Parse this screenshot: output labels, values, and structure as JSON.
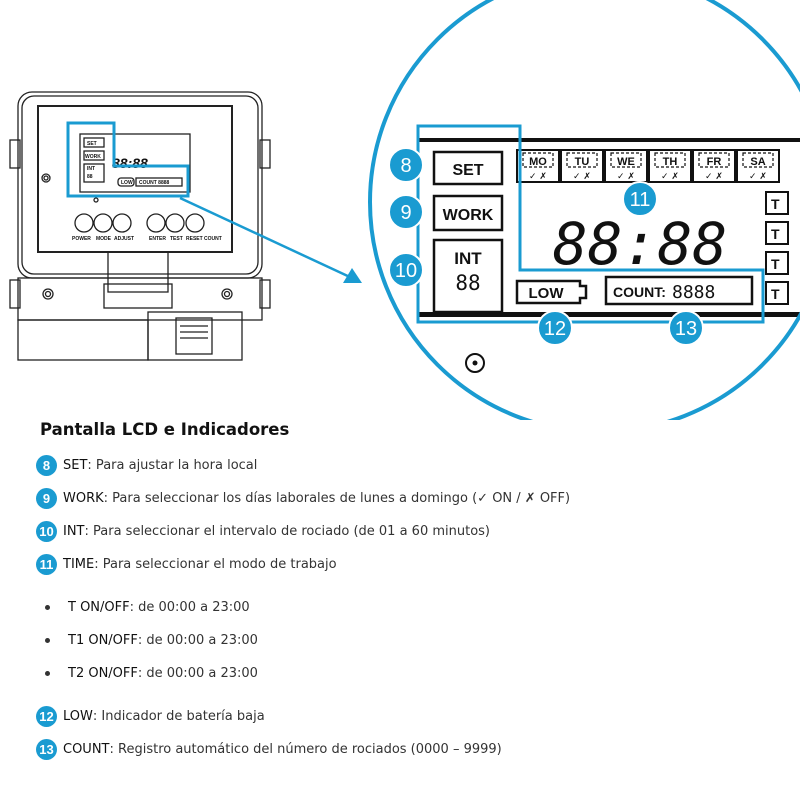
{
  "device": {
    "buttons": [
      "POWER",
      "MODE",
      "ADJUST",
      "ENTER",
      "TEST",
      "RESET COUNT"
    ],
    "lcd_small": {
      "set": "SET",
      "work": "WORK",
      "int": "INT",
      "int_digits": "88",
      "time": "88:88",
      "low": "LOW",
      "count": "COUNT 8888"
    }
  },
  "zoom": {
    "set": "SET",
    "work": "WORK",
    "int": "INT",
    "int_digits": "88",
    "days": [
      "MO",
      "TU",
      "WE",
      "TH",
      "FR",
      "SA"
    ],
    "check_marks": "✓ ✗",
    "time": "88:88",
    "side_labels": [
      "T",
      "T",
      "T",
      "T"
    ],
    "low": "LOW",
    "count_label": "COUNT:",
    "count_digits": "8888"
  },
  "badges": [
    "8",
    "9",
    "10",
    "11",
    "12",
    "13"
  ],
  "colors": {
    "accent": "#1a9bd1"
  },
  "legend": {
    "title": "Pantalla LCD e Indicadores",
    "items": [
      {
        "num": "8",
        "key": "SET",
        "text": ": Para ajustar la hora local"
      },
      {
        "num": "9",
        "key": "WORK",
        "text": ": Para seleccionar los días laborales de lunes a domingo (✓ ON / ✗ OFF)"
      },
      {
        "num": "10",
        "key": "INT",
        "text": ": Para seleccionar el intervalo de rociado (de 01 a 60 minutos)"
      },
      {
        "num": "11",
        "key": "TIME",
        "text": ": Para seleccionar el modo de trabajo"
      }
    ],
    "bullets": [
      {
        "key": "T ON/OFF",
        "text": ": de 00:00 a 23:00"
      },
      {
        "key": "T1 ON/OFF",
        "text": ": de 00:00 a 23:00"
      },
      {
        "key": "T2 ON/OFF",
        "text": ": de 00:00 a 23:00"
      }
    ],
    "items2": [
      {
        "num": "12",
        "key": "LOW",
        "text": ": Indicador de batería baja"
      },
      {
        "num": "13",
        "key": "COUNT",
        "text": ": Registro automático del número de rociados (0000 – 9999)"
      }
    ]
  }
}
